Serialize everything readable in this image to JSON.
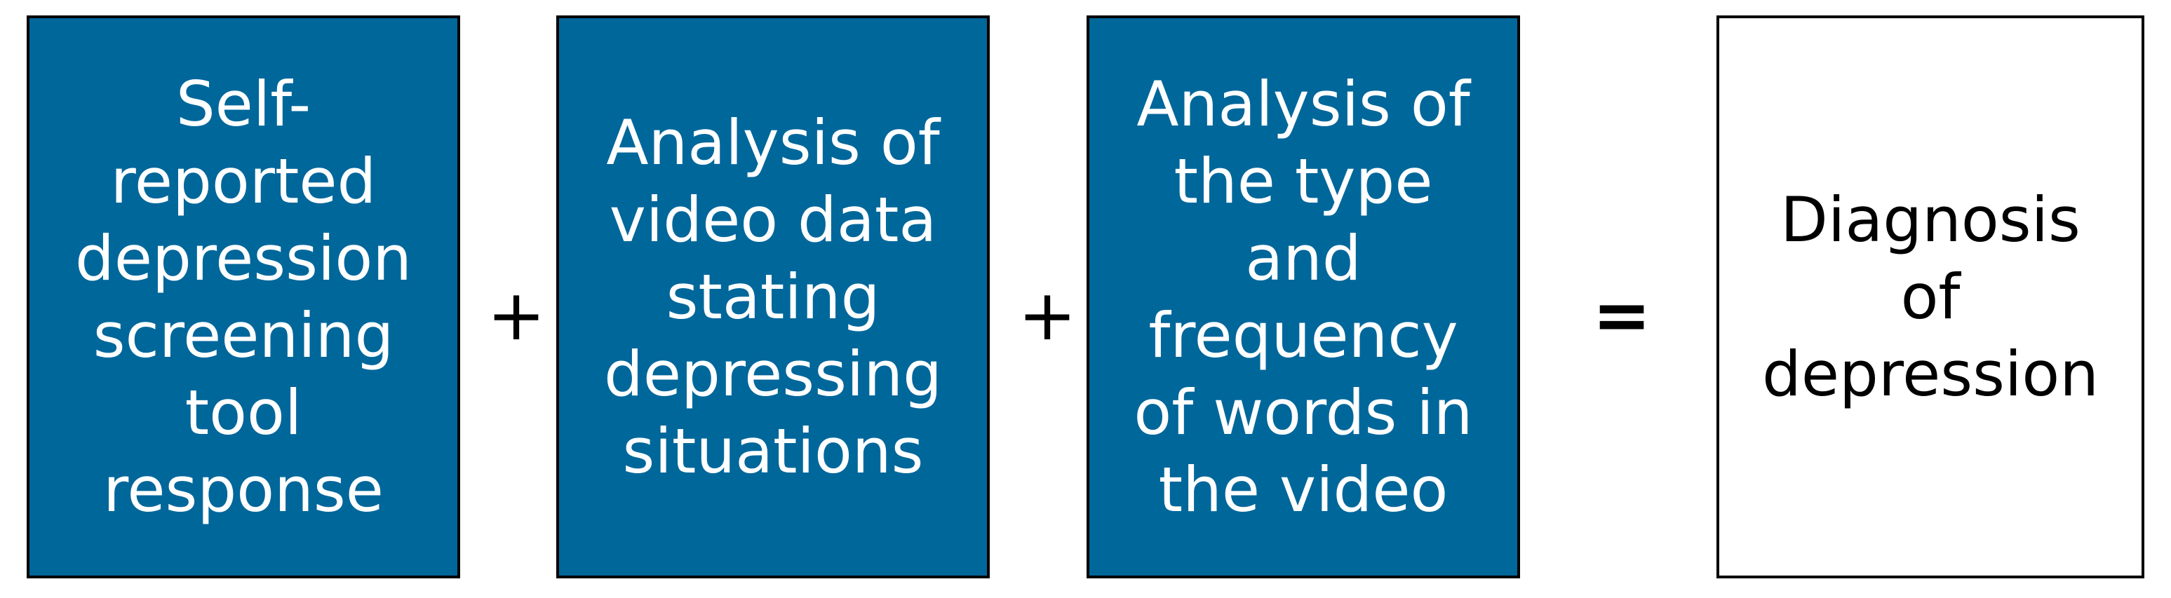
{
  "diagram": {
    "boxes": [
      {
        "label": "Self-\nreported\ndepression\nscreening\ntool\nresponse"
      },
      {
        "label": "Analysis of\nvideo data\nstating\ndepressing\nsituations"
      },
      {
        "label": "Analysis of\nthe type\nand\nfrequency\nof words in\nthe video"
      },
      {
        "label": "Diagnosis\nof\ndepression"
      }
    ],
    "operators": [
      "+",
      "+",
      "="
    ],
    "colors": {
      "box_fill": "#00679b",
      "box_text": "#ffffff",
      "result_fill": "#ffffff",
      "border": "#000000"
    }
  }
}
